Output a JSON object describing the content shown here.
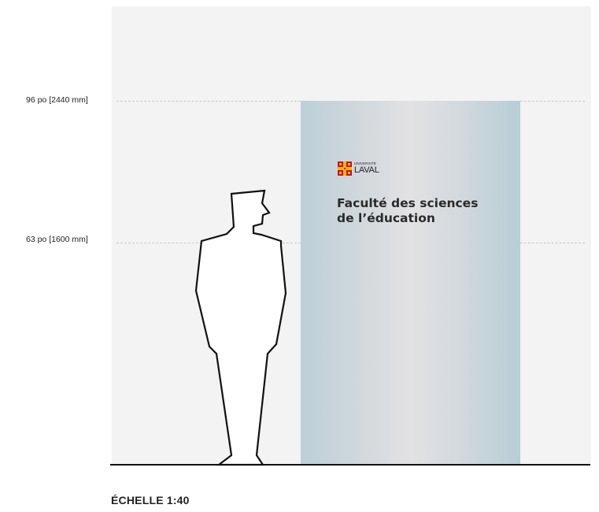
{
  "dimensions": {
    "upper": "96 po [2440 mm]",
    "lower": "63 po [1600 mm]"
  },
  "sign": {
    "logo_top": "UNIVERSITÉ",
    "logo_bottom": "LAVAL",
    "faculty_line1": "Faculté des sciences",
    "faculty_line2": "de l’éducation"
  },
  "scale": {
    "title": "ÉCHELLE 1:40"
  },
  "colors": {
    "background_panel": "#f3f3f3",
    "sign_edge": "#bccfd8",
    "sign_center": "#e2e2e4",
    "logo_red": "#c8102e",
    "logo_gold": "#f2b600"
  }
}
